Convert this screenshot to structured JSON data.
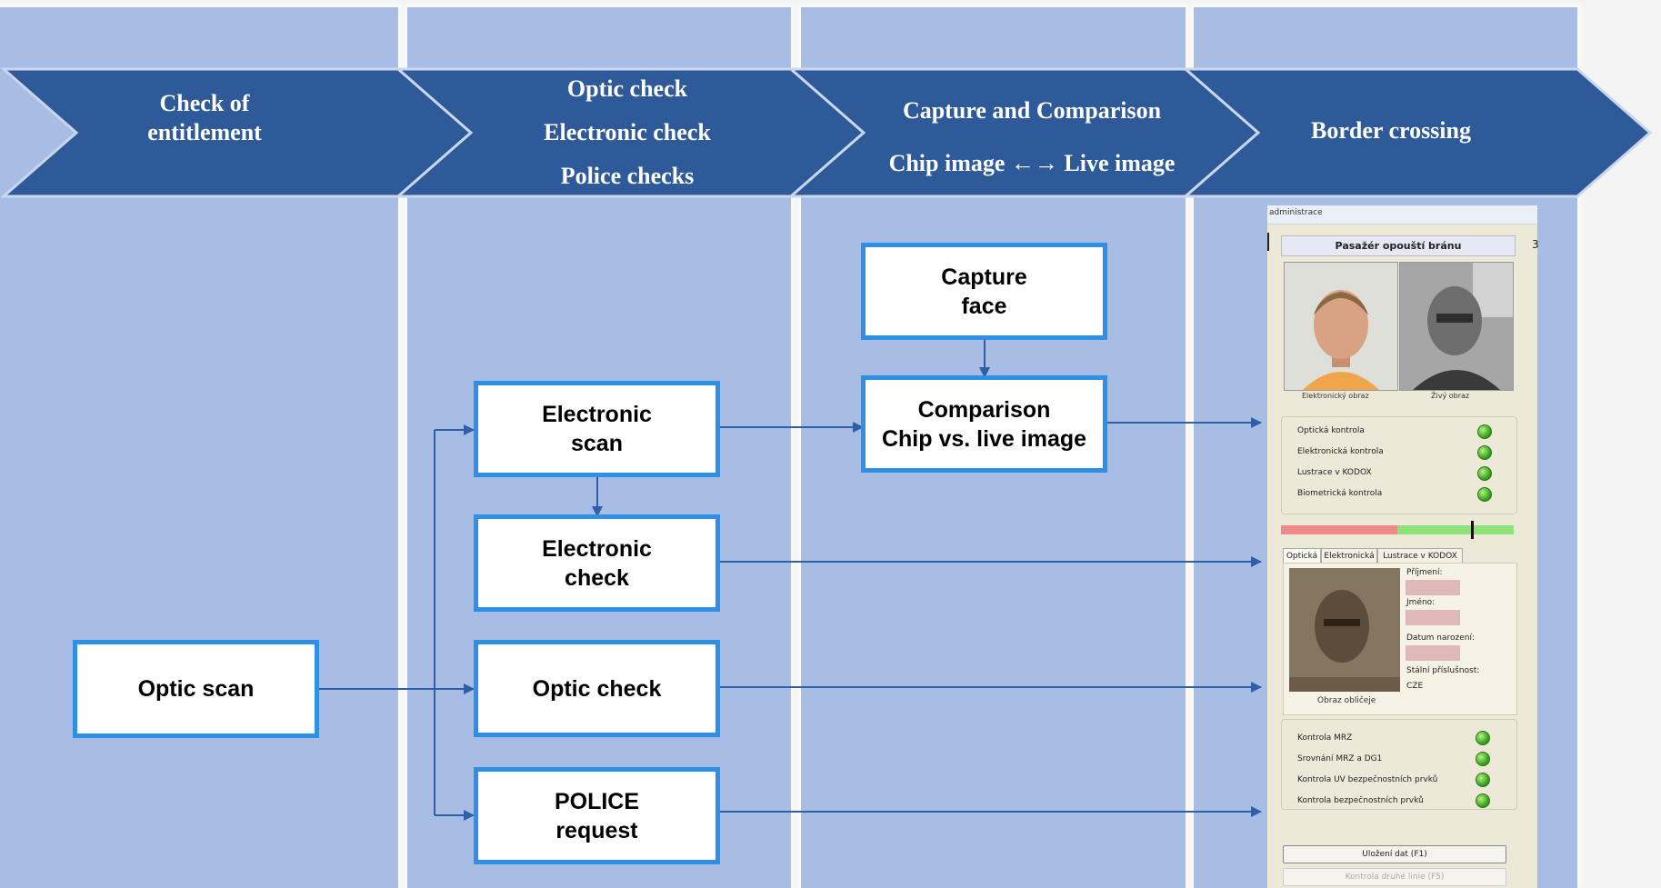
{
  "stages": [
    {
      "lines": [
        "Check of",
        "entitlement"
      ]
    },
    {
      "lines": [
        "Optic check",
        "Electronic check",
        "Police checks"
      ]
    },
    {
      "lines": [
        "Capture and Comparison",
        "Chip image ←→ Live image"
      ]
    },
    {
      "lines": [
        "Border crossing"
      ]
    }
  ],
  "boxes": {
    "optic_scan": "Optic scan",
    "electronic_scan": "Electronic\nscan",
    "electronic_check": "Electronic\ncheck",
    "optic_check": "Optic check",
    "police_request": "POLICE\nrequest",
    "capture_face": "Capture\nface",
    "comparison": "Comparison\nChip vs. live image"
  },
  "colors": {
    "banner": "#2e5a9a",
    "lane": "#a7bde3",
    "box_border": "#2e8fe6",
    "connector": "#2f5fa6"
  },
  "app": {
    "window_title": "administrace",
    "header": "Pasažér opouští bránu",
    "photo_captions": [
      "Elektronický obraz",
      "Živý obraz"
    ],
    "checks_top": [
      "Optická kontrola",
      "Elektronická kontrola",
      "Lustrace v KODOX",
      "Biometrická kontrola"
    ],
    "tabs": [
      "Optická",
      "Elektronická",
      "Lustrace v KODOX"
    ],
    "fields": [
      "Příjmení:",
      "Jméno:",
      "Datum narození:",
      "Stální příslušnost:"
    ],
    "nationality": "CZE",
    "doc_caption": "Obraz obličeje",
    "checks_bottom": [
      "Kontrola MRZ",
      "Srovnání MRZ a DG1",
      "Kontrola UV bezpečnostních prvků",
      "Kontrola bezpečnostních prvků"
    ],
    "buttons": [
      "Uložení dat (F1)",
      "Kontrola druhé linie (F5)"
    ],
    "right_marker": "3"
  }
}
